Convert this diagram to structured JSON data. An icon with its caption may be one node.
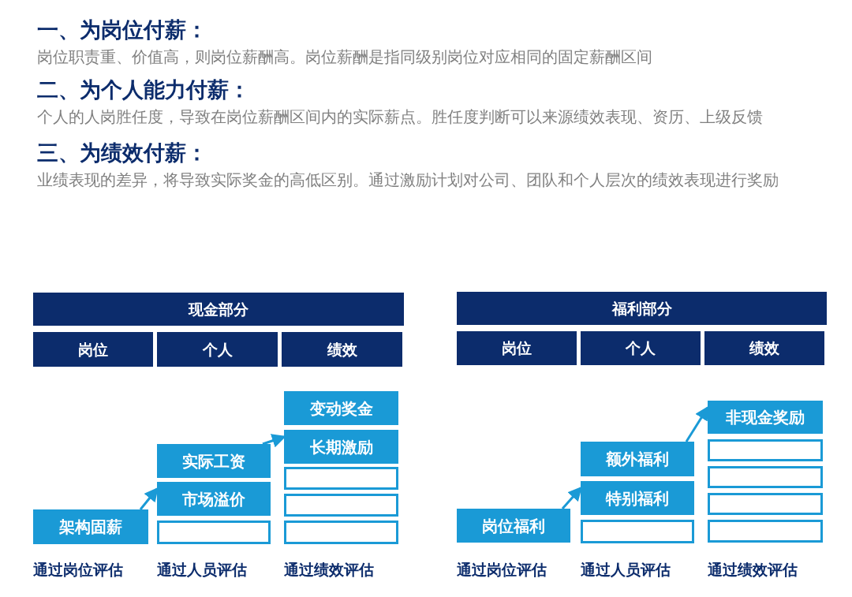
{
  "diagram": {
    "nodes": [
      {
        "text": [
          "现金部分"
        ]
      },
      {
        "text": [
          "岗位"
        ]
      },
      {
        "text": [
          "个人"
        ]
      },
      {
        "text": [
          "绩效"
        ]
      },
      {
        "text": [
          "架构固薪"
        ]
      },
      {
        "text": [
          "实际工资"
        ]
      },
      {
        "text": [
          "市场溢价"
        ]
      },
      {
        "text": [],
        "shape": "box"
      },
      {
        "text": [
          "变动奖金"
        ]
      },
      {
        "text": [
          "长期激励"
        ]
      },
      {
        "text": [],
        "shape": "box"
      },
      {
        "text": [],
        "shape": "box"
      },
      {
        "text": [],
        "shape": "box"
      },
      {
        "text": [
          "福利部分"
        ]
      },
      {
        "text": [
          "岗位"
        ]
      },
      {
        "text": [
          "个人"
        ]
      },
      {
        "text": [
          "绩效"
        ]
      },
      {
        "text": [
          "岗位福利"
        ]
      },
      {
        "text": [
          "额外福利"
        ]
      },
      {
        "text": [
          "特别福利"
        ]
      },
      {
        "text": [],
        "shape": "box"
      },
      {
        "text": [
          "非现金奖励"
        ]
      },
      {
        "text": [],
        "shape": "box"
      },
      {
        "text": [],
        "shape": "box"
      },
      {
        "text": [],
        "shape": "box"
      },
      {
        "text": [],
        "shape": "box"
      }
    ],
    "edges": [
      {
        "from": 4,
        "to": 6,
        "arrow": "to"
      },
      {
        "from": 5,
        "to": 9,
        "arrow": "to"
      },
      {
        "from": 17,
        "to": 19,
        "arrow": "to"
      },
      {
        "from": 18,
        "to": 21,
        "arrow": "to"
      }
    ],
    "labels": [
      "一、为岗位付薪：",
      "岗位职责重、价值高，则岗位薪酬高。岗位薪酬是指同级别岗位对应相同的固定薪酬区间",
      "二、为个人能力付薪：",
      "个人的人岗胜任度，导致在岗位薪酬区间内的实际薪点。胜任度判断可以来源绩效表现、资历、上级反馈",
      "三、为绩效付薪：",
      "业绩表现的差异，将导致实际奖金的高低区别。通过激励计划对公司、团队和个人层次的绩效表现进行奖励",
      "通过岗位评估",
      "通过人员评估",
      "通过绩效评估",
      "通过岗位评估",
      "通过人员评估",
      "通过绩效评估"
    ]
  }
}
